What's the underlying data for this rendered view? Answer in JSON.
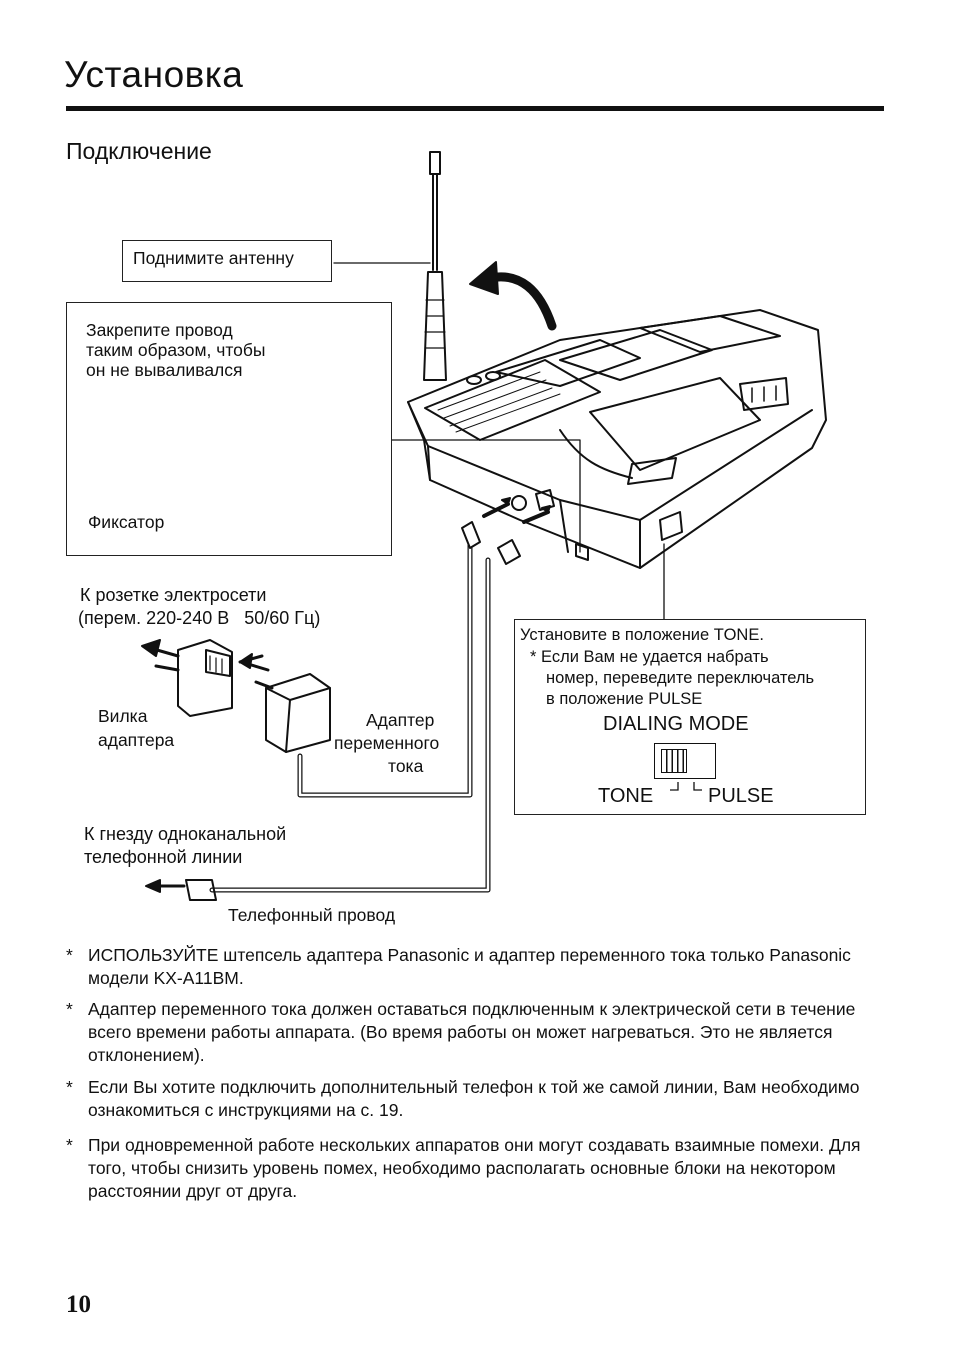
{
  "header": {
    "title": "Установка",
    "subtitle": "Подключение"
  },
  "diagram": {
    "antenna_label": "Поднимите антенну",
    "secure_cord": {
      "line1": "Закрепите провод",
      "line2": "таким образом, чтобы",
      "line3": "он не вываливался"
    },
    "latch_label": "Фиксатор",
    "outlet": {
      "line1": "К розетке электросети",
      "line2": "(перем. 220-240 В   50/60 Гц)"
    },
    "plug": {
      "line1": "Вилка",
      "line2": "адаптера"
    },
    "adapter": {
      "line1": "Адаптер",
      "line2": "переменного",
      "line3": "тока"
    },
    "tone_box": {
      "line1": "Установите в положение TONE.",
      "line2": "* Если Вам не удается набрать",
      "line3": "номер, переведите переключатель",
      "line4": "в положение PULSE",
      "mode_title": "DIALING MODE",
      "tone": "TONE",
      "pulse": "PULSE"
    },
    "jack": {
      "line1": "К гнезду одноканальной",
      "line2": "телефонной линии"
    },
    "cord_label": "Телефонный провод"
  },
  "notes": [
    {
      "star": "*",
      "text": "ИСПОЛЬЗУЙТЕ штепсель адаптера Panasonic и адаптер переменного тока только Panasonic модели KX-A11BM."
    },
    {
      "star": "*",
      "text": "Адаптер переменного тока должен оставаться подключенным к электрической сети в течение всего времени работы аппарата. (Во время работы он может нагреваться. Это не является отклонением)."
    },
    {
      "star": "*",
      "text": "Если Вы хотите подключить дополнительный телефон к той же самой линии, Вам необходимо ознакомиться с инструкциями на с. 19."
    },
    {
      "star": "*",
      "text": "При одновременной работе нескольких аппаратов они могут создавать взаимные помехи. Для того, чтобы снизить уровень помех, необходимо располагать основные блоки на некотором расстоянии друг от друга."
    }
  ],
  "page_number": "10"
}
